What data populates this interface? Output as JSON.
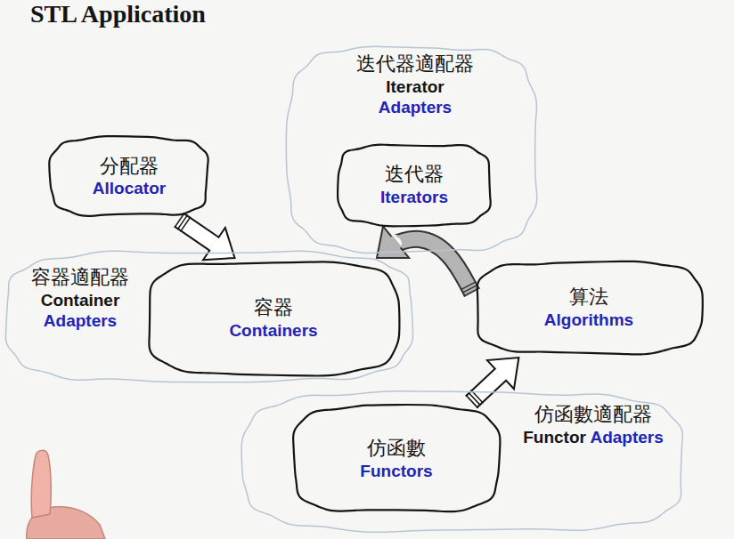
{
  "diagram": {
    "title": "STL Application",
    "nodes": [
      {
        "text": [
          "迭代器適配器",
          "Iterator Adapters"
        ]
      },
      {
        "text": [
          "迭代器",
          "Iterators"
        ],
        "in": 0
      },
      {
        "text": [
          "分配器",
          "Allocator"
        ]
      },
      {
        "text": [
          "容器適配器",
          "Container Adapters"
        ]
      },
      {
        "text": [
          "容器",
          "Containers"
        ],
        "in": 3
      },
      {
        "text": [
          "算法",
          "Algorithms"
        ]
      },
      {
        "text": [
          "仿函數適配器",
          "Functor Adapters"
        ]
      },
      {
        "text": [
          "仿函數",
          "Functors"
        ],
        "in": 6
      }
    ],
    "edges": [
      {
        "from": 2,
        "to": 4,
        "arrow": "to"
      },
      {
        "from": 5,
        "to": 4,
        "arrow": "to"
      },
      {
        "from": 7,
        "to": 5,
        "arrow": "to"
      }
    ]
  }
}
